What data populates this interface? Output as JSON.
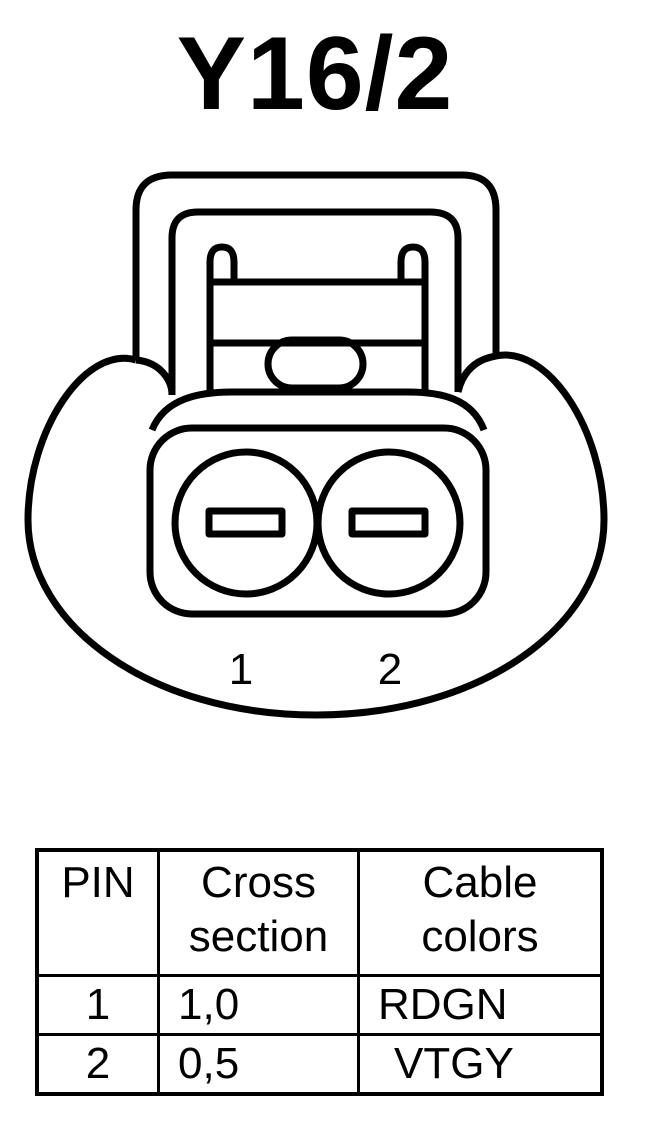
{
  "title": "Y16/2",
  "pin_labels": [
    "1",
    "2"
  ],
  "table": {
    "headers": {
      "pin": "PIN",
      "cross_section_line1": "Cross",
      "cross_section_line2": "section",
      "cable_colors_line1": "Cable",
      "cable_colors_line2": "colors"
    },
    "rows": [
      {
        "pin": "1",
        "cross_section": "1,0",
        "cable_color": "RDGN"
      },
      {
        "pin": "2",
        "cross_section": "0,5",
        "cable_color": "VTGY"
      }
    ]
  }
}
